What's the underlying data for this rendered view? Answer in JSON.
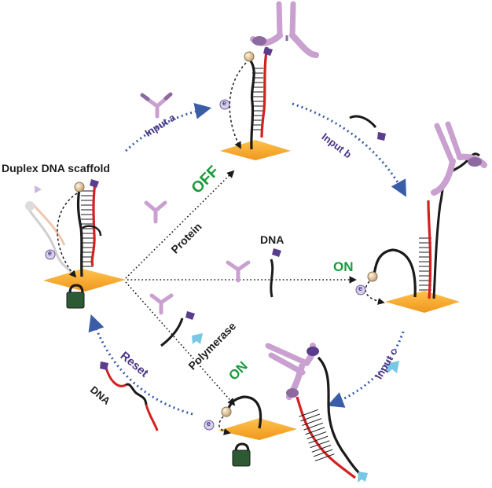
{
  "labels": {
    "title": "Duplex DNA scaffold",
    "input_a": "Input a",
    "input_b": "Input b",
    "input_c": "Input c",
    "reset": "Reset",
    "off": "OFF",
    "on_right": "ON",
    "on_bottom": "ON",
    "protein": "Protein",
    "polymerase": "Polymerase",
    "dna_mid": "DNA",
    "dna_left": "DNA",
    "electron": "e"
  },
  "colors": {
    "gold": "#f5a623",
    "strand_red": "#d42020",
    "strand_black": "#1a1a1a",
    "antibody": "#c9a0cf",
    "antibody_dark": "#8c6aa0",
    "tag": "#5a3e8c",
    "arrow_blue": "#3b5da8",
    "lock": "#2d5a32",
    "label_purple": "#4b3585",
    "label_green": "#1a9b3c",
    "polymerase_blue": "#79c7e6"
  }
}
